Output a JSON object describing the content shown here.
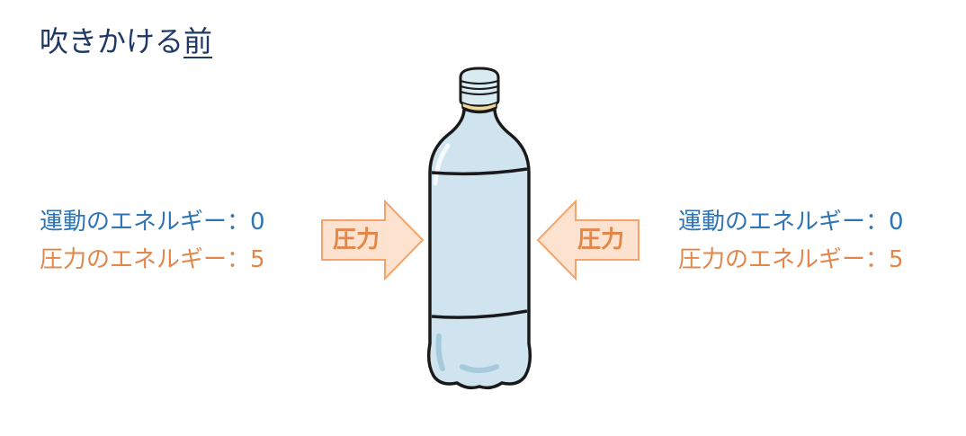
{
  "title": {
    "prefix": "吹きかける",
    "emphasis": "前"
  },
  "left_panel": {
    "kinetic_energy": "運動のエネルギー：0",
    "pressure_energy": "圧力のエネルギー：5"
  },
  "right_panel": {
    "kinetic_energy": "運動のエネルギー：0",
    "pressure_energy": "圧力のエネルギー：5"
  },
  "arrows": {
    "left_label": "圧力",
    "right_label": "圧力"
  },
  "colors": {
    "title": "#1f3864",
    "kinetic": "#2e75b6",
    "pressure": "#e2864a",
    "arrow_fill": "#fde3cf",
    "arrow_stroke": "#f4a46a",
    "bottle_fill": "#cfe4ee",
    "bottle_outline": "#1a1a1a"
  },
  "icons": {
    "bottle": "plastic-bottle-icon",
    "arrow_left": "arrow-right-icon",
    "arrow_right": "arrow-left-icon"
  }
}
